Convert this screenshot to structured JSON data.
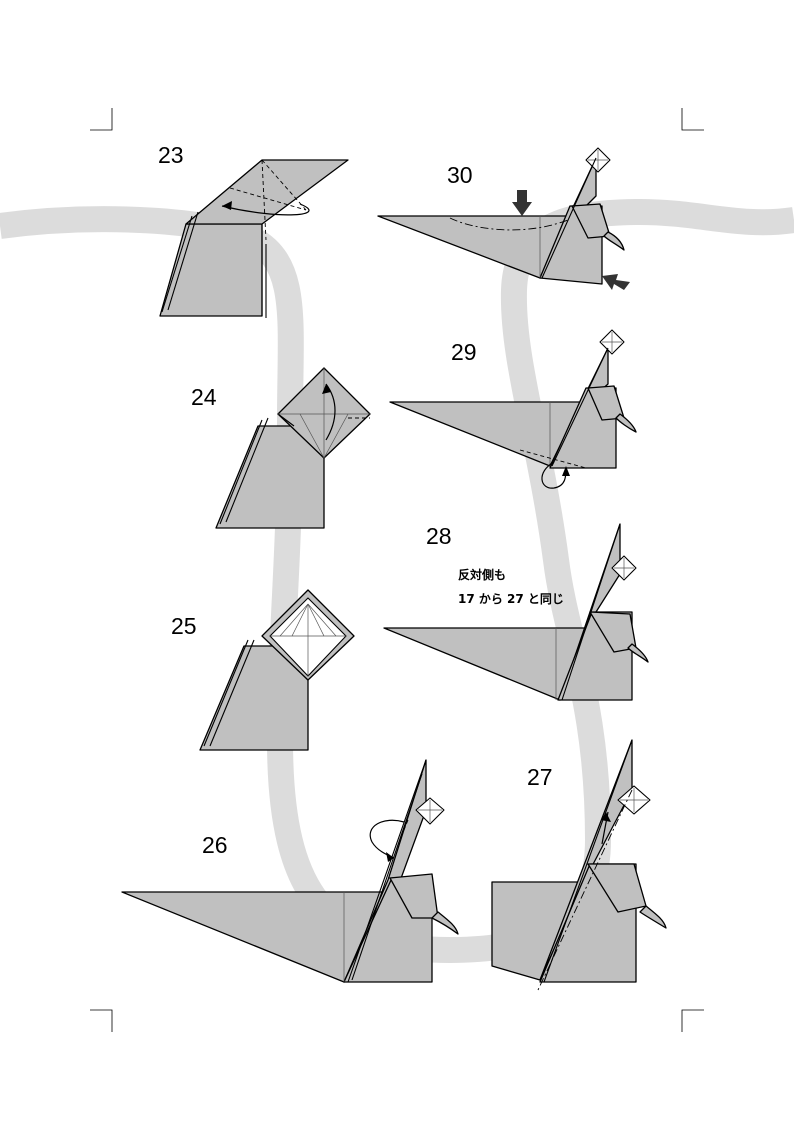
{
  "steps": [
    {
      "id": "23",
      "label": "23"
    },
    {
      "id": "24",
      "label": "24"
    },
    {
      "id": "25",
      "label": "25"
    },
    {
      "id": "26",
      "label": "26"
    },
    {
      "id": "27",
      "label": "27"
    },
    {
      "id": "28",
      "label": "28"
    },
    {
      "id": "29",
      "label": "29"
    },
    {
      "id": "30",
      "label": "30"
    }
  ],
  "note": {
    "line1": "反対側も",
    "line2": "17 から 27 と同じ"
  },
  "colors": {
    "paper": "#c0c0c0",
    "path": "#dcdcdc",
    "line": "#000000",
    "push_arrow": "#333333"
  }
}
